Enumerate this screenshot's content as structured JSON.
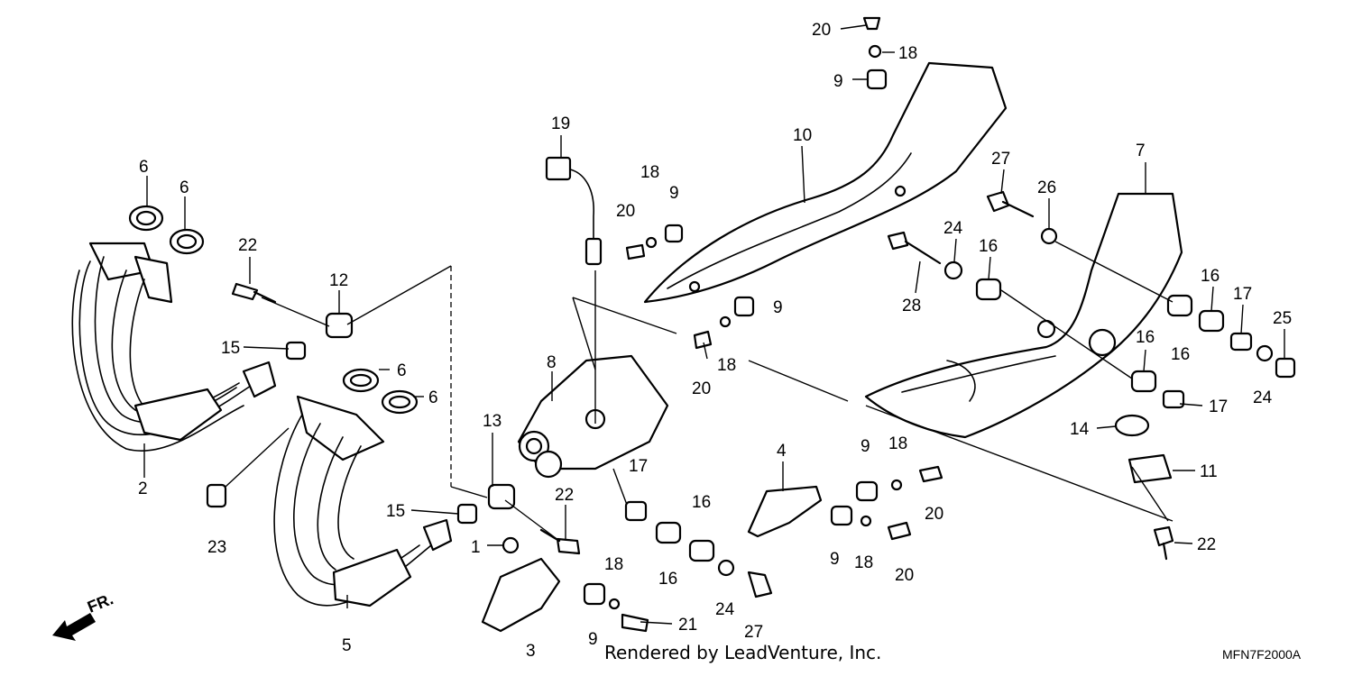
{
  "credit": "Rendered by LeadVenture, Inc.",
  "diagram_code": "MFN7F2000A",
  "direction_label": "FR.",
  "callouts": [
    "20",
    "18",
    "9",
    "10",
    "19",
    "18",
    "9",
    "20",
    "9",
    "18",
    "20",
    "7",
    "27",
    "26",
    "24",
    "16",
    "28",
    "16",
    "17",
    "25",
    "16",
    "24",
    "16",
    "17",
    "14",
    "11",
    "22",
    "6",
    "6",
    "22",
    "12",
    "15",
    "6",
    "6",
    "2",
    "23",
    "8",
    "13",
    "15",
    "22",
    "17",
    "16",
    "16",
    "4",
    "9",
    "18",
    "20",
    "9",
    "18",
    "20",
    "1",
    "18",
    "24",
    "27",
    "3",
    "9",
    "21",
    "5"
  ]
}
